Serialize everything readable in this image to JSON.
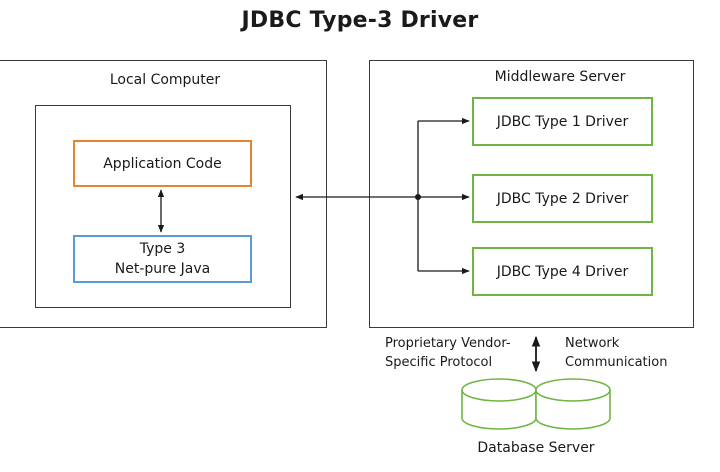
{
  "title": "JDBC Type-3 Driver",
  "local": {
    "label": "Local Computer",
    "app_code": "Application Code",
    "type3_line1": "Type 3",
    "type3_line2": "Net-pure Java"
  },
  "middleware": {
    "label": "Middleware Server",
    "drivers": [
      "JDBC Type 1 Driver",
      "JDBC Type 2 Driver",
      "JDBC Type 4 Driver"
    ]
  },
  "protocol_label_line1": "Proprietary Vendor-",
  "protocol_label_line2": "Specific Protocol",
  "network_label_line1": "Network",
  "network_label_line2": "Communication",
  "database_label": "Database Server",
  "colors": {
    "border": "#3a3a3a",
    "orange": "#e8832f",
    "blue": "#5b9bd5",
    "green": "#70b443"
  }
}
